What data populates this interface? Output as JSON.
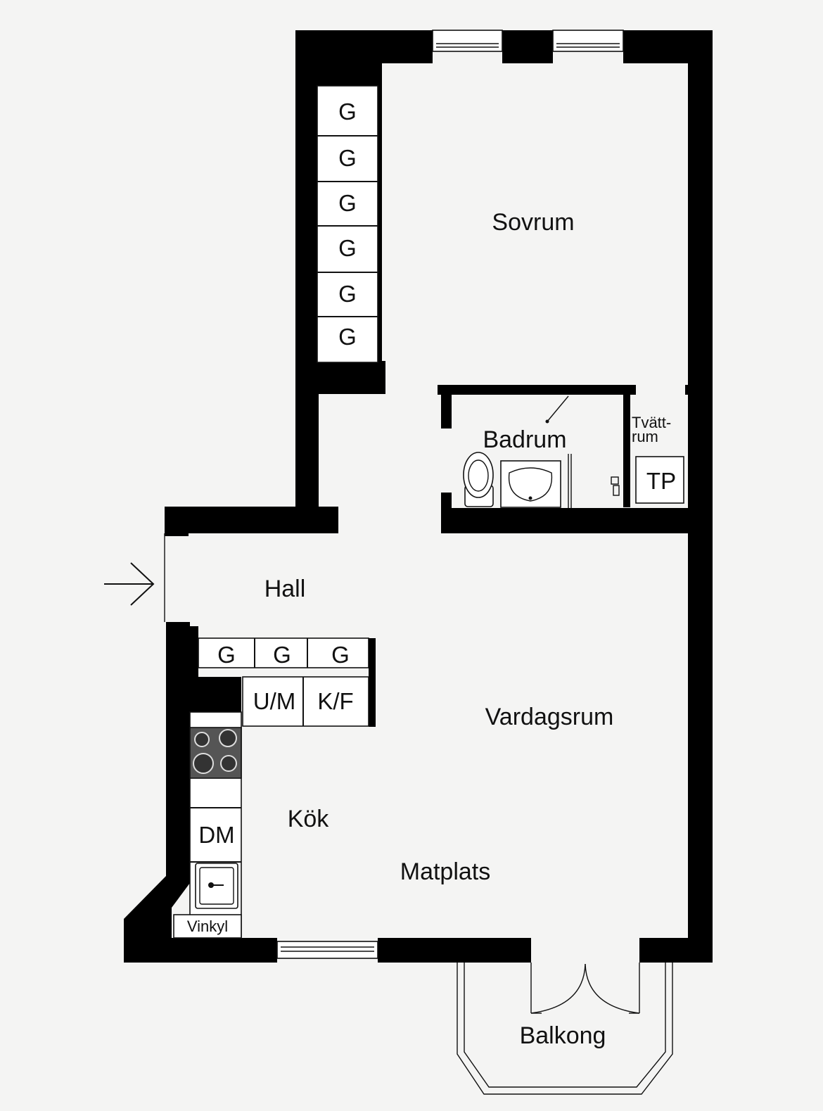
{
  "rooms": {
    "sovrum": "Sovrum",
    "badrum": "Badrum",
    "tvattrum_line1": "Tvätt-",
    "tvattrum_line2": "rum",
    "hall": "Hall",
    "vardagsrum": "Vardagsrum",
    "kok": "Kök",
    "matplats": "Matplats",
    "balkong": "Balkong"
  },
  "fixtures": {
    "wardrobe": "G",
    "tp": "TP",
    "um": "U/M",
    "kf": "K/F",
    "dm": "DM",
    "vinkyl": "Vinkyl"
  },
  "colors": {
    "wall": "#000000",
    "background": "#f4f4f3"
  }
}
